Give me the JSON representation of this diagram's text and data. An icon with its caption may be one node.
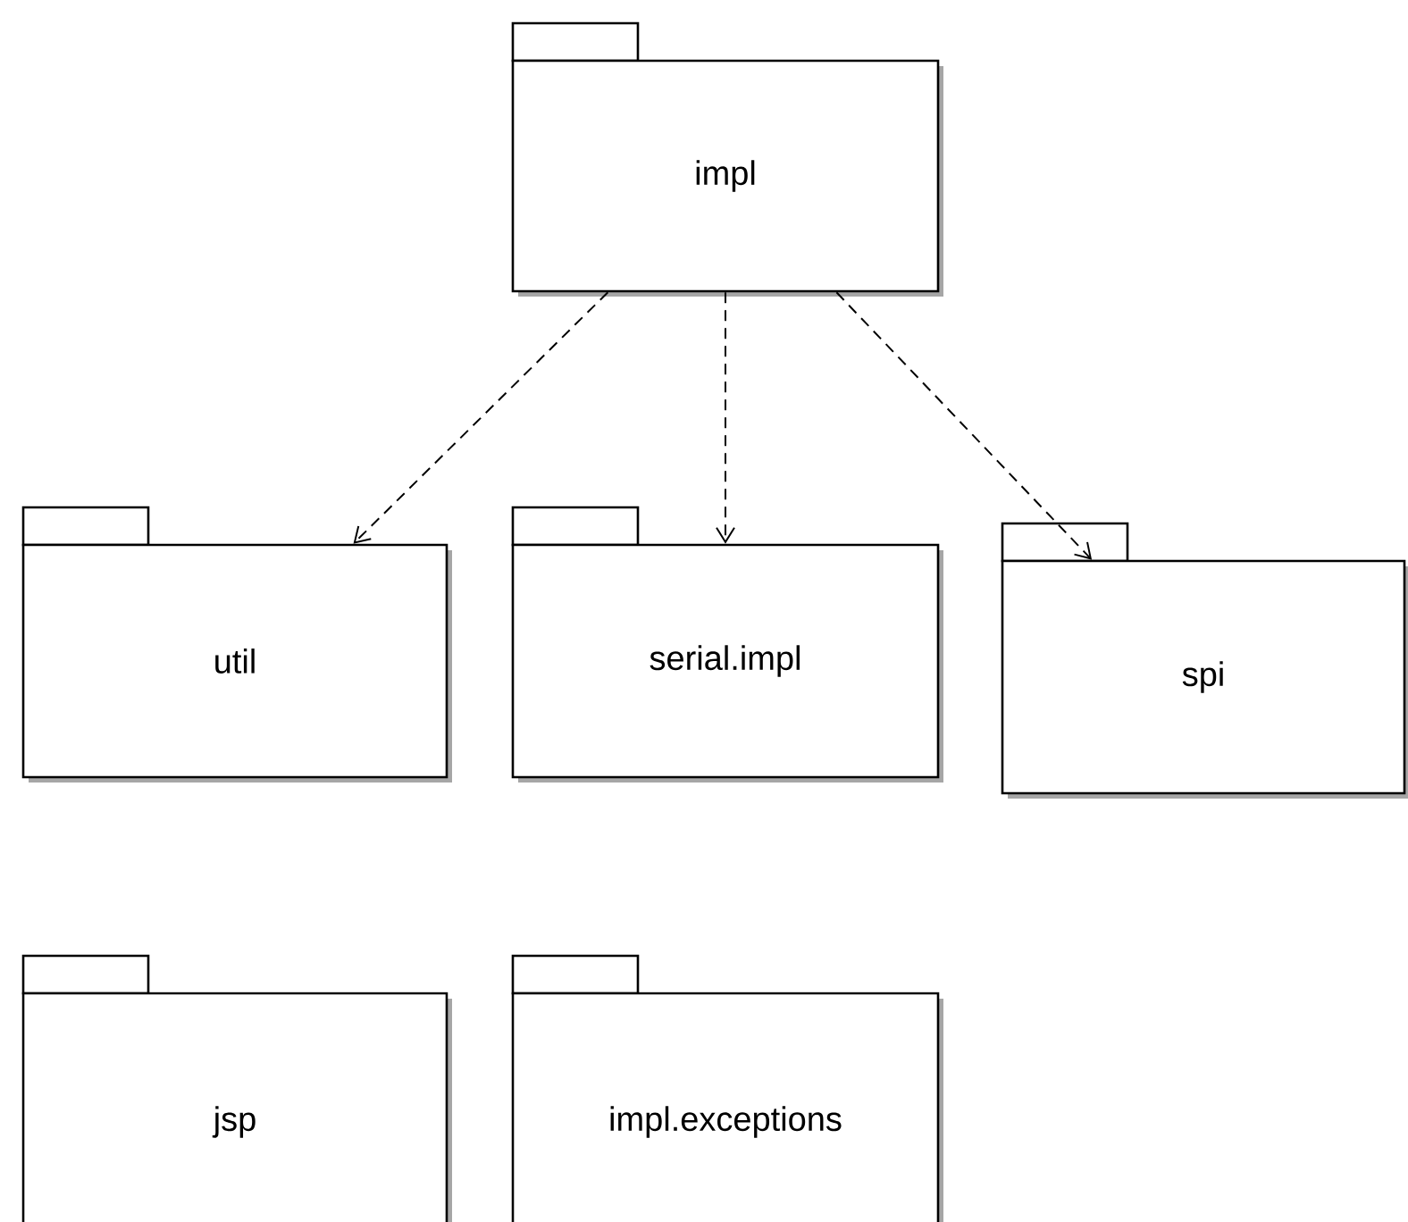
{
  "diagram": {
    "nodes": [
      {
        "text": [
          "impl"
        ]
      },
      {
        "text": [
          "util"
        ]
      },
      {
        "text": [
          "serial.impl"
        ]
      },
      {
        "text": [
          "spi"
        ]
      },
      {
        "text": [
          "jsp"
        ]
      },
      {
        "text": [
          "impl.exceptions"
        ]
      }
    ],
    "edges": [
      {
        "from": 0,
        "to": 1,
        "arrow": "to",
        "style": "dashed"
      },
      {
        "from": 0,
        "to": 2,
        "arrow": "to",
        "style": "dashed"
      },
      {
        "from": 0,
        "to": 3,
        "arrow": "to",
        "style": "dashed"
      }
    ]
  }
}
